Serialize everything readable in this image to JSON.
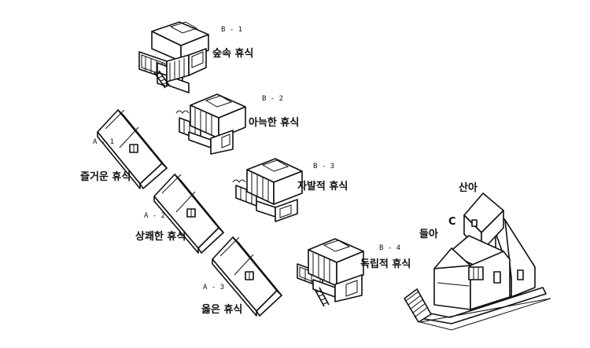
{
  "labels": {
    "b1_code": "B - 1",
    "b1_name": "숲속 휴식",
    "b2_code": "B - 2",
    "b2_name": "아늑한 휴식",
    "b3_code": "B - 3",
    "b3_name": "자발적 휴식",
    "b4_code": "B - 4",
    "b4_name": "독립적 휴식",
    "a1_code": "A - 1",
    "a1_name": "즐거운 휴식",
    "a2_code": "A - 2",
    "a2_name": "상쾌한 휴식",
    "a3_code": "A - 3",
    "a3_name": "옳은 휴식",
    "complex_top": "산아",
    "complex_c": "C",
    "complex_left": "들아"
  },
  "colors": {
    "ink": "#111111",
    "paper": "#ffffff"
  }
}
